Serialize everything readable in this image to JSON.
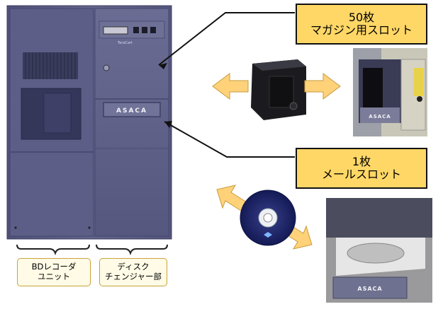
{
  "callouts": {
    "magazine": {
      "count": "50枚",
      "label": "マガジン用スロット"
    },
    "mail": {
      "count": "1枚",
      "label": "メールスロット"
    }
  },
  "unit_labels": {
    "recorder": {
      "line1": "BDレコーダ",
      "line2": "ユニット"
    },
    "changer": {
      "line1": "ディスク",
      "line2": "チェンジャー部"
    }
  },
  "machine": {
    "brand_logo": "ASACA",
    "panel_brand": "TeraCart"
  },
  "drawer_photo": {
    "brand_logo": "ASACA"
  },
  "magazine_photo": {
    "brand_logo": "ASACA"
  },
  "colors": {
    "cabinet": "#5d5f86",
    "callout_fill": "#ffd766",
    "arrow_fill": "#ffd27a",
    "disc": "#1d2368"
  }
}
